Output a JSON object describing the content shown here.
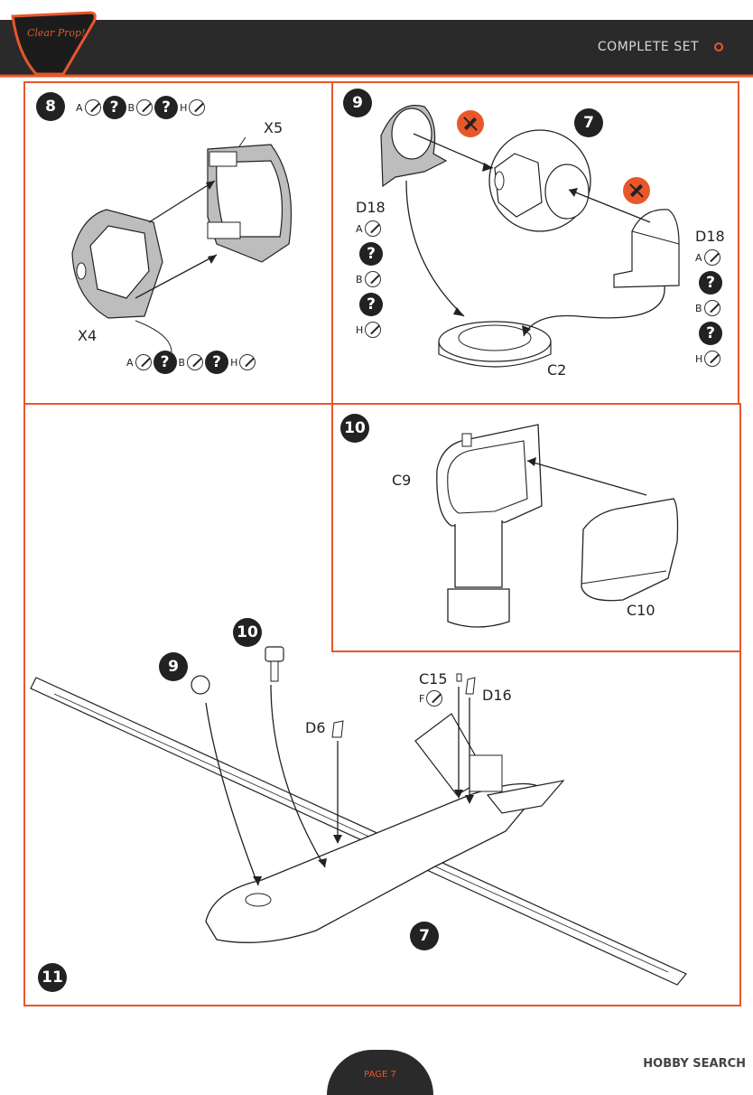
{
  "header": {
    "logo_text": "Clear Prop!",
    "section_title": "COMPLETE SET"
  },
  "steps": {
    "s8": {
      "number": "8",
      "parts": [
        "X5",
        "X4"
      ]
    },
    "s9": {
      "number": "9",
      "parts": [
        "D18",
        "D18",
        "C2"
      ],
      "sub_ref": "7"
    },
    "s10": {
      "number": "10",
      "parts": [
        "C9",
        "C10"
      ]
    },
    "s11": {
      "number": "11",
      "refs": [
        "9",
        "10",
        "7"
      ],
      "parts": [
        "C15",
        "D16",
        "D6"
      ]
    }
  },
  "paint_codes": {
    "a": "A",
    "b": "B",
    "h": "H",
    "f": "F",
    "q": "?"
  },
  "footer": {
    "page": "PAGE 7",
    "watermark": "HOBBY SEARCH"
  },
  "colors": {
    "accent": "#e8572a",
    "dark": "#222222",
    "header_bg": "#2a2a2a"
  }
}
